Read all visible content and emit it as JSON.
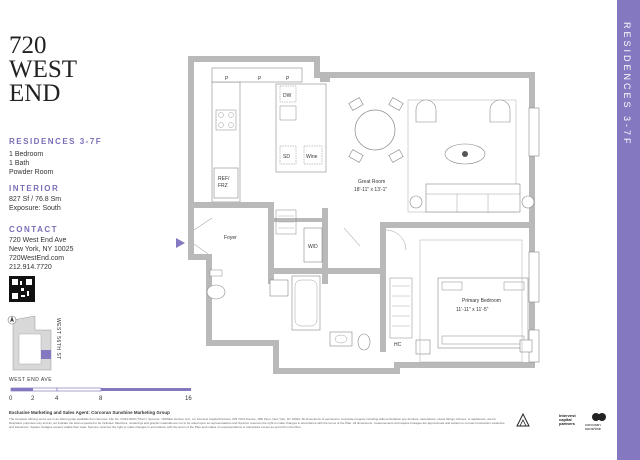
{
  "logo": {
    "line1": "720",
    "line2": "WEST",
    "line3": "END"
  },
  "residence": {
    "title": "RESIDENCES 3-7F",
    "details": [
      "1 Bedroom",
      "1 Bath",
      "Powder Room"
    ]
  },
  "interior": {
    "title": "INTERIOR",
    "details": [
      "827 Sf / 76.8 Sm",
      "Exposure: South"
    ]
  },
  "contact": {
    "title": "CONTACT",
    "details": [
      "720 West End Ave",
      "New York, NY 10025",
      "720WestEnd.com",
      "212.914.7720"
    ]
  },
  "keyplan": {
    "street_bottom": "WEST END AVE",
    "street_side": "WEST 56TH ST"
  },
  "scale": {
    "ticks": [
      "0",
      "2",
      "4",
      "8",
      "16"
    ]
  },
  "floorplan": {
    "great_room": {
      "name": "Great Room",
      "dims": "18'-11\" x 13'-1\""
    },
    "bedroom": {
      "name": "Primary Bedroom",
      "dims": "11'-11\" x 11'-5\""
    },
    "foyer": "Foyer",
    "wd": "W/D",
    "hc": "HC",
    "dw": "DW",
    "sd": "SD",
    "wine": "Wine",
    "ref": "REF/",
    "frz": "FRZ",
    "pantry": [
      "P",
      "P",
      "P"
    ]
  },
  "footer": {
    "title": "Exclusive Marketing and Sales Agent: Corcoran Sunshine Marketing Group",
    "legal": "The complete offering terms are in an offering plan available from Sponsor. File No. CD23-0000 (\"Plan\"). Sponsor: 720WEA Venture LLC, c/o Intervest Capital Partners, 625 Third Avenue, 18th Floor, New York, NY 10022. All dimensions of personal or corporate property including without limitation any furniture, decorations, closet fittings, fixtures, or appliances, are for illustrative purposes only and do not indicate the sizes expected to be included. Sketches, renderings and graphic materials are not to be relied upon as representations and Sponsor reserves the right to make changes in accordance with the terms of the Plan. All dimensions, measurements and square footages are approximate and subject to normal construction variances and tolerances. Square footages exceed usable floor area. Sponsor reserves the right to make changes in accordance with the terms of the Plan and makes no representations or warranties except as set forth in the Plan."
  },
  "brokers": [
    "Intervest capital partners",
    "corcoran sunshine"
  ],
  "side_label": "RESIDENCES 3-7F"
}
